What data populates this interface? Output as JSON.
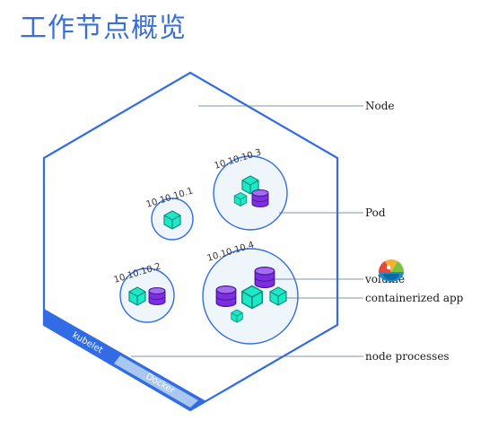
{
  "title": "工作节点概览",
  "labels": {
    "node": "Node",
    "pod": "Pod",
    "volume": "volume",
    "containerized_app": "containerized app",
    "node_processes": "node processes"
  },
  "pods": [
    {
      "ip": "10.10.10.1"
    },
    {
      "ip": "10.10.10.2"
    },
    {
      "ip": "10.10.10.3"
    },
    {
      "ip": "10.10.10.4"
    }
  ],
  "strip": {
    "kubelet": "kubelet",
    "docker": "Docker"
  },
  "colors": {
    "accent": "#326ce5",
    "pod_fill": "#eef5fb",
    "container": "#1de9c6",
    "container_dark": "#0e8f7c",
    "volume": "#7b2fe0",
    "volume_top": "#a46cf0"
  },
  "icons": {
    "container": "cube-icon",
    "volume": "cylinder-icon",
    "overlay_badge": "color-wheel-icon"
  }
}
